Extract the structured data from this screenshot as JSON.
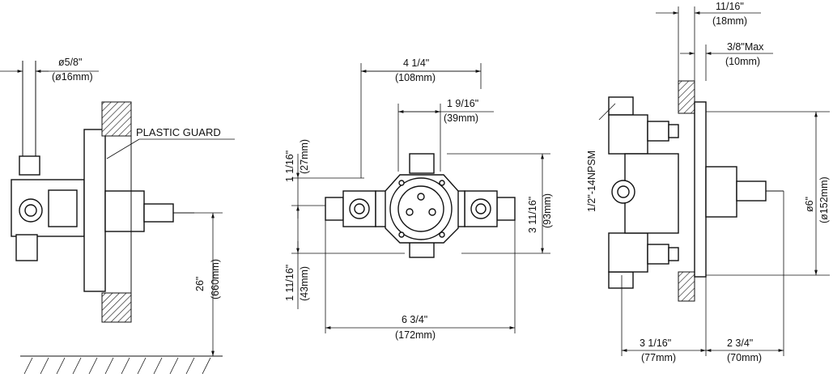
{
  "left_view": {
    "pipe_dim": [
      "ø5/8\"",
      "(ø16mm)"
    ],
    "guard_label": "PLASTIC GUARD",
    "height_dim": [
      "26\"",
      "(660mm)"
    ]
  },
  "front_view": {
    "width_top": [
      "4 1/4\"",
      "(108mm)"
    ],
    "center_offset": [
      "1 9/16\"",
      "(39mm)"
    ],
    "upper_offset": [
      "1 1/16\"",
      "(27mm)"
    ],
    "lower_offset": [
      "1 11/16\"",
      "(43mm)"
    ],
    "height_right": [
      "3 11/16\"",
      "(93mm)"
    ],
    "width_bottom": [
      "6 3/4\"",
      "(172mm)"
    ]
  },
  "side_view": {
    "wall_dim": [
      "11/16\"",
      "(18mm)"
    ],
    "max_dim": [
      "3/8\"Max",
      "(10mm)"
    ],
    "thread_label": "1/2\"-14NPSM",
    "diameter_dim": [
      "ø6\"",
      "(ø152mm)"
    ],
    "depth_left": [
      "3 1/16\"",
      "(77mm)"
    ],
    "depth_right": [
      "2 3/4\"",
      "(70mm)"
    ]
  }
}
